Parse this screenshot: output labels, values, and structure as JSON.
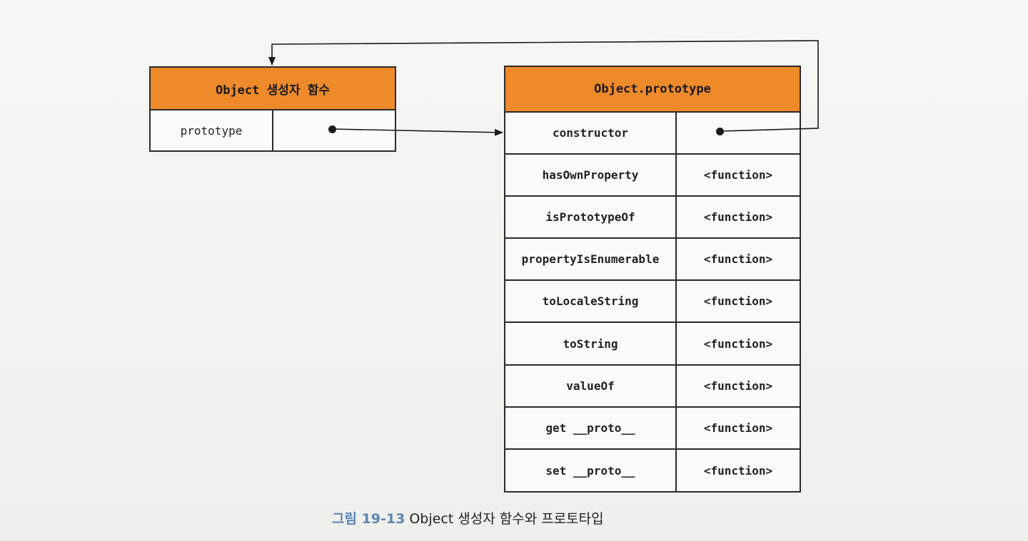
{
  "constructor_box": {
    "title": "Object 생성자 함수",
    "rows": [
      {
        "key": "prototype",
        "value": ""
      }
    ]
  },
  "prototype_box": {
    "title": "Object.prototype",
    "rows": [
      {
        "key": "constructor",
        "value": ""
      },
      {
        "key": "hasOwnProperty",
        "value": "<function>"
      },
      {
        "key": "isPrototypeOf",
        "value": "<function>"
      },
      {
        "key": "propertyIsEnumerable",
        "value": "<function>"
      },
      {
        "key": "toLocaleString",
        "value": "<function>"
      },
      {
        "key": "toString",
        "value": "<function>"
      },
      {
        "key": "valueOf",
        "value": "<function>"
      },
      {
        "key": "get __proto__",
        "value": "<function>"
      },
      {
        "key": "set __proto__",
        "value": "<function>"
      }
    ]
  },
  "caption": {
    "label": "그림 19-13",
    "text": "Object 생성자 함수와 프로토타입"
  },
  "colors": {
    "header": "#ee8a2a",
    "caption_label": "#5b86b5",
    "line": "#1a1a1a"
  }
}
